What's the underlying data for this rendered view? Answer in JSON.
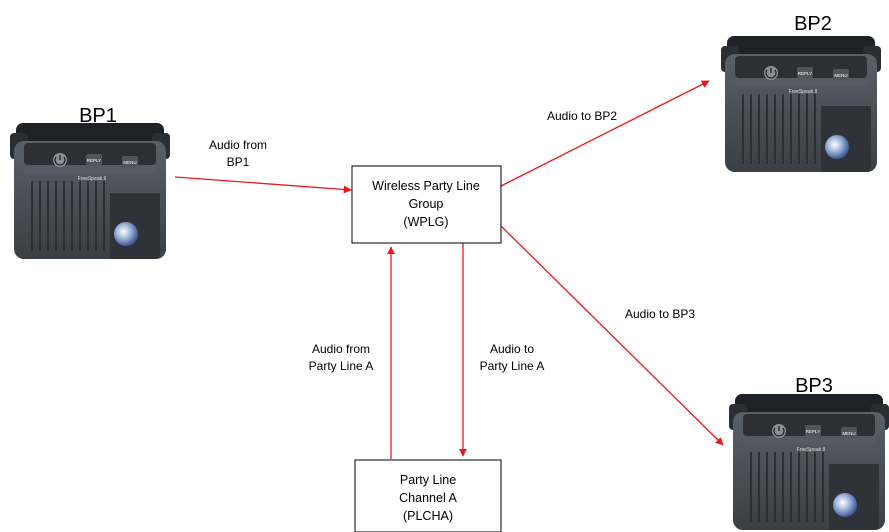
{
  "devices": {
    "bp1": {
      "title": "BP1",
      "brand": "FreeSpeak II",
      "btn_left": "REPLY",
      "btn_right": "MENU"
    },
    "bp2": {
      "title": "BP2",
      "brand": "FreeSpeak II",
      "btn_left": "REPLY",
      "btn_right": "MENU"
    },
    "bp3": {
      "title": "BP3",
      "brand": "FreeSpeak II",
      "btn_left": "REPLY",
      "btn_right": "MENU"
    }
  },
  "boxes": {
    "wplg": {
      "line1": "Wireless Party Line",
      "line2": "Group",
      "line3": "(WPLG)"
    },
    "plcha": {
      "line1": "Party Line",
      "line2": "Channel A",
      "line3": "(PLCHA)"
    }
  },
  "labels": {
    "audio_from_bp1": {
      "line1": "Audio from",
      "line2": "BP1"
    },
    "audio_to_bp2": "Audio to BP2",
    "audio_to_bp3": "Audio to BP3",
    "audio_from_pla": {
      "line1": "Audio from",
      "line2": "Party Line A"
    },
    "audio_to_pla": {
      "line1": "Audio to",
      "line2": "Party Line A"
    }
  },
  "colors": {
    "arrow": "#e8191f",
    "device_body": "#4a5058",
    "device_top": "#1e2226"
  }
}
